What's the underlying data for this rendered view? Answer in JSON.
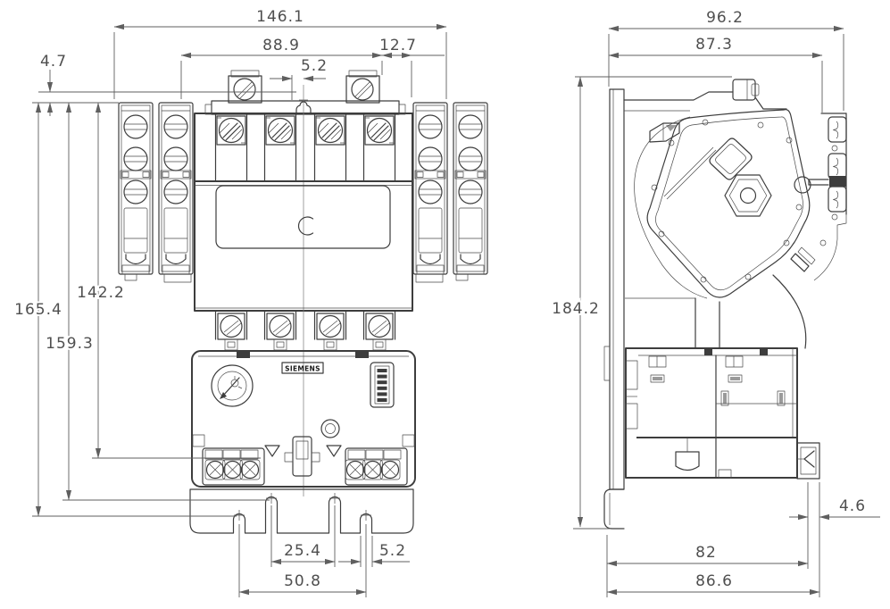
{
  "drawing": {
    "brand_label": "SIEMENS",
    "front_view": {
      "dims": {
        "overall_width": "146.1",
        "upper_width": "88.9",
        "right_offset": "12.7",
        "center_offset": "5.2",
        "top_offset": "4.7",
        "overall_height": "165.4",
        "outer_slot_height": "159.3",
        "inner_slot_height": "142.2",
        "inner_slot_spacing": "25.4",
        "slot_width": "5.2",
        "outer_slot_spacing": "50.8"
      }
    },
    "side_view": {
      "dims": {
        "overall_depth": "96.2",
        "body_depth": "87.3",
        "overall_height": "184.2",
        "rail_offset": "4.6",
        "base_depth": "82",
        "overall_base_depth": "86.6"
      }
    }
  }
}
